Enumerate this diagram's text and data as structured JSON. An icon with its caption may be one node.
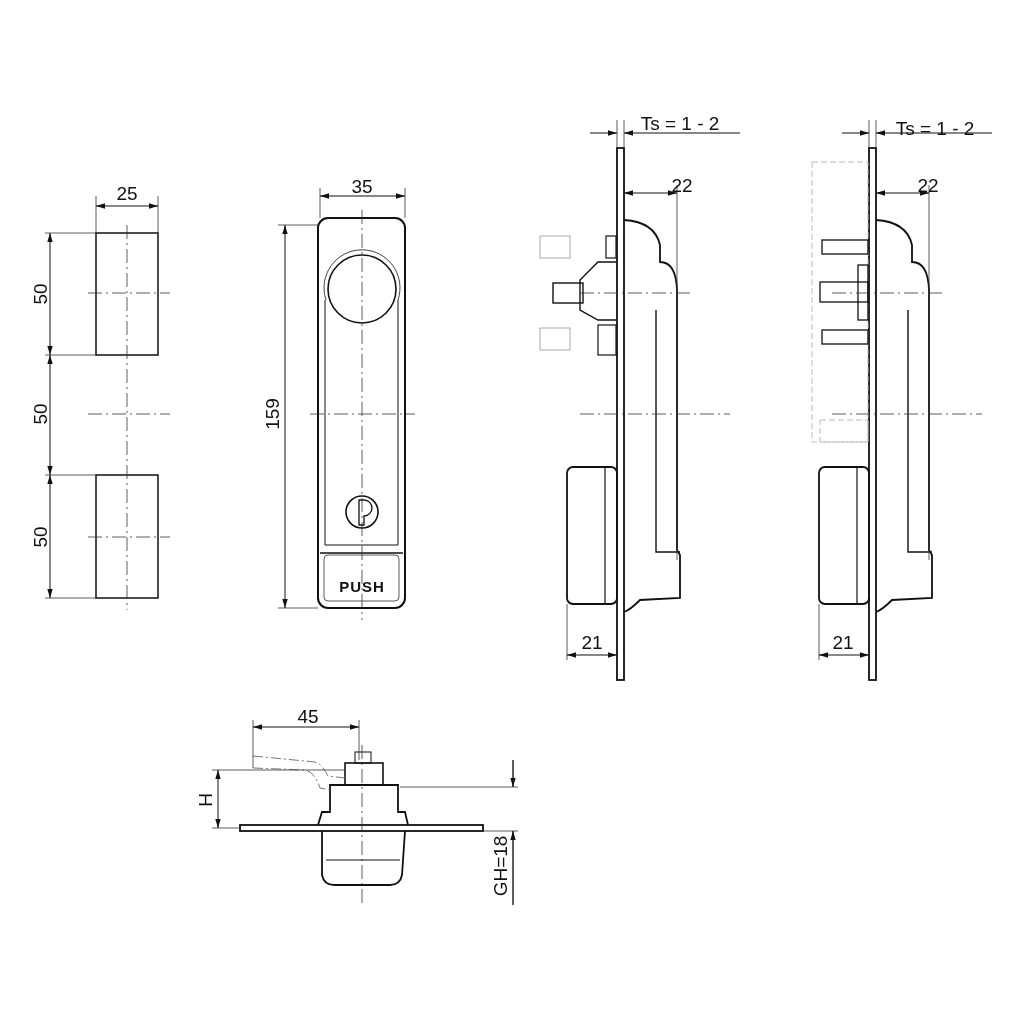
{
  "diagram": {
    "labels": [
      "Ts = 1 - 2",
      "Ts = 1 - 2",
      "35",
      "22",
      "22",
      "25",
      "50",
      "50",
      "159",
      "50",
      "PUSH",
      "21",
      "21",
      "45",
      "H",
      "GH=18"
    ]
  }
}
